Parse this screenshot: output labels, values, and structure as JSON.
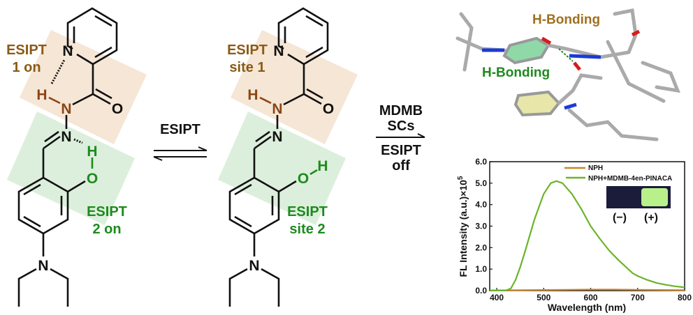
{
  "left_molecule": {
    "atoms": {
      "n_pyr": "N",
      "o_carbonyl": "O",
      "h_nh": "H",
      "n_nh": "N",
      "n_imine": "N",
      "h_oh": "H",
      "o_oh": "O",
      "n_amine": "N"
    },
    "label_site1": [
      "ESIPT",
      "1 on"
    ],
    "label_site2": [
      "ESIPT",
      "2 on"
    ]
  },
  "middle_molecule": {
    "atoms": {
      "n_pyr": "N",
      "o_carbonyl": "O",
      "h_nh": "H",
      "n_nh": "N",
      "n_imine": "N",
      "h_oh": "H",
      "o_oh": "O",
      "n_amine": "N"
    },
    "label_site1": [
      "ESIPT",
      "site 1"
    ],
    "label_site2": [
      "ESIPT",
      "site 2"
    ]
  },
  "equilibrium_label": "ESIPT",
  "reaction": {
    "above": [
      "MDMB",
      "SCs"
    ],
    "below": [
      "ESIPT",
      "off"
    ]
  },
  "model_3d": {
    "label_hbond_1": "H-Bonding",
    "label_hbond_2": "H-Bonding"
  },
  "colors": {
    "site1": "#8b5a14",
    "site2": "#1e8a1e",
    "box1": "#f5e6d6",
    "box2": "#dcefdc",
    "nph": "#c8862a",
    "complex": "#6ab42a"
  },
  "chart_data": {
    "type": "line",
    "xlabel": "Wavelength (nm)",
    "ylabel": "FL Intensity (a.u.)×10",
    "ylabel_exp": "5",
    "xlim": [
      385,
      800
    ],
    "ylim": [
      0,
      6
    ],
    "xticks": [
      400,
      500,
      600,
      700,
      800
    ],
    "yticks": [
      "0.0",
      "1.0",
      "2.0",
      "3.0",
      "4.0",
      "5.0",
      "6.0"
    ],
    "legend_position": "top-right",
    "inset_labels": [
      "(−)",
      "(+)"
    ],
    "series": [
      {
        "name": "NPH",
        "x": [
          385,
          450,
          500,
          550,
          600,
          650,
          700,
          750,
          800
        ],
        "y": [
          0.01,
          0.02,
          0.03,
          0.04,
          0.05,
          0.05,
          0.04,
          0.03,
          0.02
        ]
      },
      {
        "name": "NPH+MDMB-4en-PINACA",
        "x": [
          385,
          420,
          430,
          440,
          450,
          460,
          480,
          500,
          515,
          527,
          540,
          560,
          580,
          600,
          620,
          640,
          660,
          680,
          690,
          700,
          720,
          740,
          760,
          780,
          800
        ],
        "y": [
          0,
          0.01,
          0.1,
          0.5,
          1.1,
          1.8,
          3.3,
          4.5,
          5.0,
          5.1,
          5.0,
          4.5,
          3.8,
          3.0,
          2.4,
          1.85,
          1.4,
          1.0,
          0.8,
          0.68,
          0.5,
          0.36,
          0.27,
          0.2,
          0.15
        ]
      }
    ]
  }
}
